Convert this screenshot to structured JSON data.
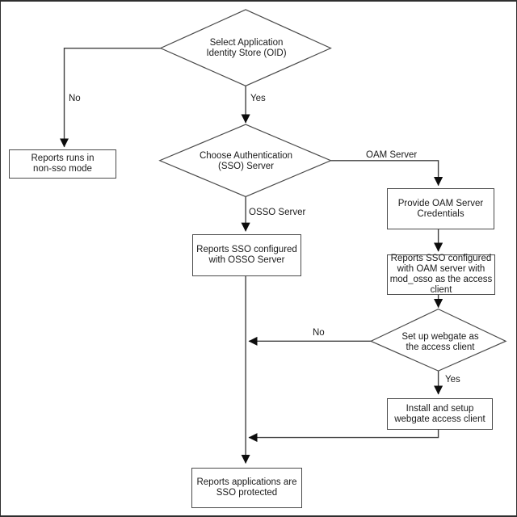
{
  "flowchart": {
    "nodes": {
      "select_store": {
        "type": "decision",
        "label": "Select Application\nIdentity Store (OID)"
      },
      "nonsso": {
        "type": "process",
        "label": "Reports runs in\nnon-sso mode"
      },
      "choose_auth": {
        "type": "decision",
        "label": "Choose Authentication\n(SSO) Server"
      },
      "osso_configured": {
        "type": "process",
        "label": "Reports SSO configured\nwith OSSO Server"
      },
      "oam_credentials": {
        "type": "process",
        "label": "Provide OAM Server\nCredentials"
      },
      "oam_configured": {
        "type": "process",
        "label": "Reports SSO configured\nwith OAM server with\nmod_osso as the access\nclient"
      },
      "setup_webgate": {
        "type": "decision",
        "label": "Set up webgate as\nthe access client"
      },
      "install_webgate": {
        "type": "process",
        "label": "Install and setup\nwebgate access client"
      },
      "sso_protected": {
        "type": "process",
        "label": "Reports applications are\nSSO protected"
      }
    },
    "edge_labels": {
      "select_no": "No",
      "select_yes": "Yes",
      "auth_oam": "OAM Server",
      "auth_osso": "OSSO Server",
      "webgate_no": "No",
      "webgate_yes": "Yes"
    },
    "colors": {
      "background": "#ffffff",
      "line": "#404040",
      "shape_stroke": "#4a4a4a",
      "arrowhead": "#0d0d0d",
      "text": "#1a1a1a",
      "frame_border": "#2e2e2e"
    }
  }
}
